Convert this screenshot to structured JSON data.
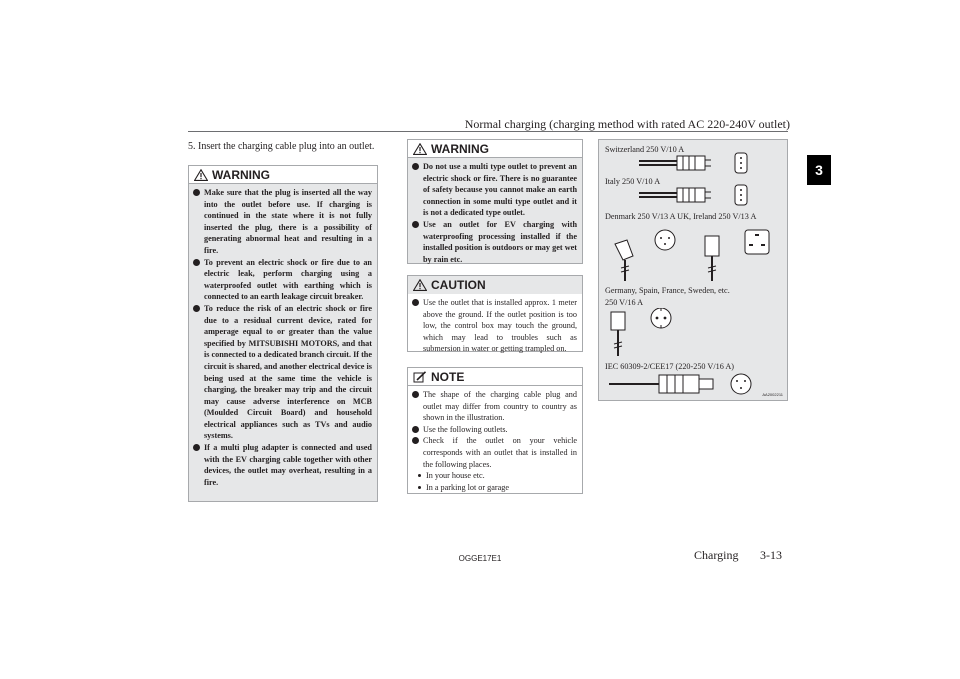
{
  "header": {
    "title": "Normal charging (charging method with rated AC 220-240V outlet)",
    "chapter": "3"
  },
  "step5": {
    "number": "5.",
    "text": "Insert the charging cable plug into an outlet."
  },
  "warning1": {
    "title": "WARNING",
    "items": [
      "Make sure that the plug is inserted all the way into the outlet before use. If charging is continued in the state where it is not fully inserted the plug, there is a possibility of generating abnormal heat and resulting in a fire.",
      "To prevent an electric shock or fire due to an electric leak, perform charging using a waterproofed outlet with earthing which is connected to an earth leakage circuit breaker.",
      "To reduce the risk of an electric shock or fire due to a residual current device, rated for amperage equal to or greater than the value specified by MITSUBISHI MOTORS, and that is connected to a dedicated branch circuit. If the circuit is shared, and another electrical device is being used at the same time the vehicle is charging, the breaker may trip and the circuit may cause adverse interference on MCB (Moulded Circuit Board) and household electrical appliances such as TVs and audio systems.",
      "If a multi plug adapter is connected and used with the EV charging cable together with other devices, the outlet may overheat, resulting in a fire."
    ]
  },
  "warning2": {
    "title": "WARNING",
    "items": [
      "Do not use a multi type outlet to prevent an electric shock or fire. There is no guarantee of safety because you cannot make an earth connection in some multi type outlet and it is not a dedicated type outlet.",
      "Use an outlet for EV charging with waterproofing processing installed if the installed position is outdoors or may get wet by rain etc."
    ]
  },
  "caution": {
    "title": "CAUTION",
    "items": [
      "Use the outlet that is installed approx. 1 meter above the ground. If the outlet position is too low, the control box may touch the ground, which may lead to troubles such as submersion in water or getting trampled on."
    ]
  },
  "note": {
    "title": "NOTE",
    "items": [
      "The shape of the charging cable plug and outlet may differ from country to country as shown in the illustration.",
      "Use the following outlets.",
      "Check if the outlet on your vehicle corresponds with an outlet that is installed in the following places."
    ],
    "places": [
      "In your house etc.",
      "In a parking lot or garage"
    ]
  },
  "figure": {
    "labels": [
      "Switzerland 250 V/10 A",
      "Italy 250 V/10 A",
      "Denmark 250 V/13 A UK, Ireland 250 V/13 A",
      "Germany, Spain, France, Sweden, etc.",
      "250 V/16 A",
      "IEC 60309-2/CEE17 (220-250 V/16 A)"
    ],
    "code": "AA2002211"
  },
  "footer": {
    "code": "OGGE17E1",
    "section": "Charging",
    "page": "3-13"
  }
}
